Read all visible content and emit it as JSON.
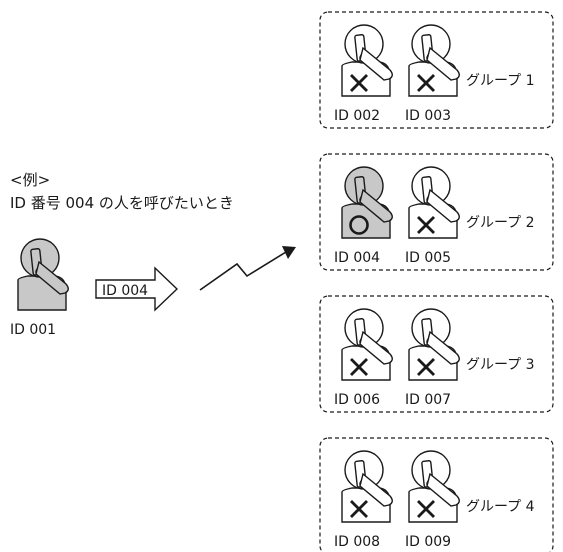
{
  "caption": {
    "line1": "<例>",
    "line2": "ID 番号 004 の人を呼びたいとき"
  },
  "caller": {
    "id": "ID 001"
  },
  "signal": {
    "label": "ID 004"
  },
  "groups": [
    {
      "name": "グループ 1",
      "members": [
        {
          "id": "ID 002",
          "called": false
        },
        {
          "id": "ID 003",
          "called": false
        }
      ]
    },
    {
      "name": "グループ 2",
      "members": [
        {
          "id": "ID 004",
          "called": true
        },
        {
          "id": "ID 005",
          "called": false
        }
      ]
    },
    {
      "name": "グループ 3",
      "members": [
        {
          "id": "ID 006",
          "called": false
        },
        {
          "id": "ID 007",
          "called": false
        }
      ]
    },
    {
      "name": "グループ 4",
      "members": [
        {
          "id": "ID 008",
          "called": false
        },
        {
          "id": "ID 009",
          "called": false
        }
      ]
    }
  ],
  "colors": {
    "shaded": "#c8c8c8",
    "line": "#1a1a1a",
    "background": "#ffffff"
  }
}
